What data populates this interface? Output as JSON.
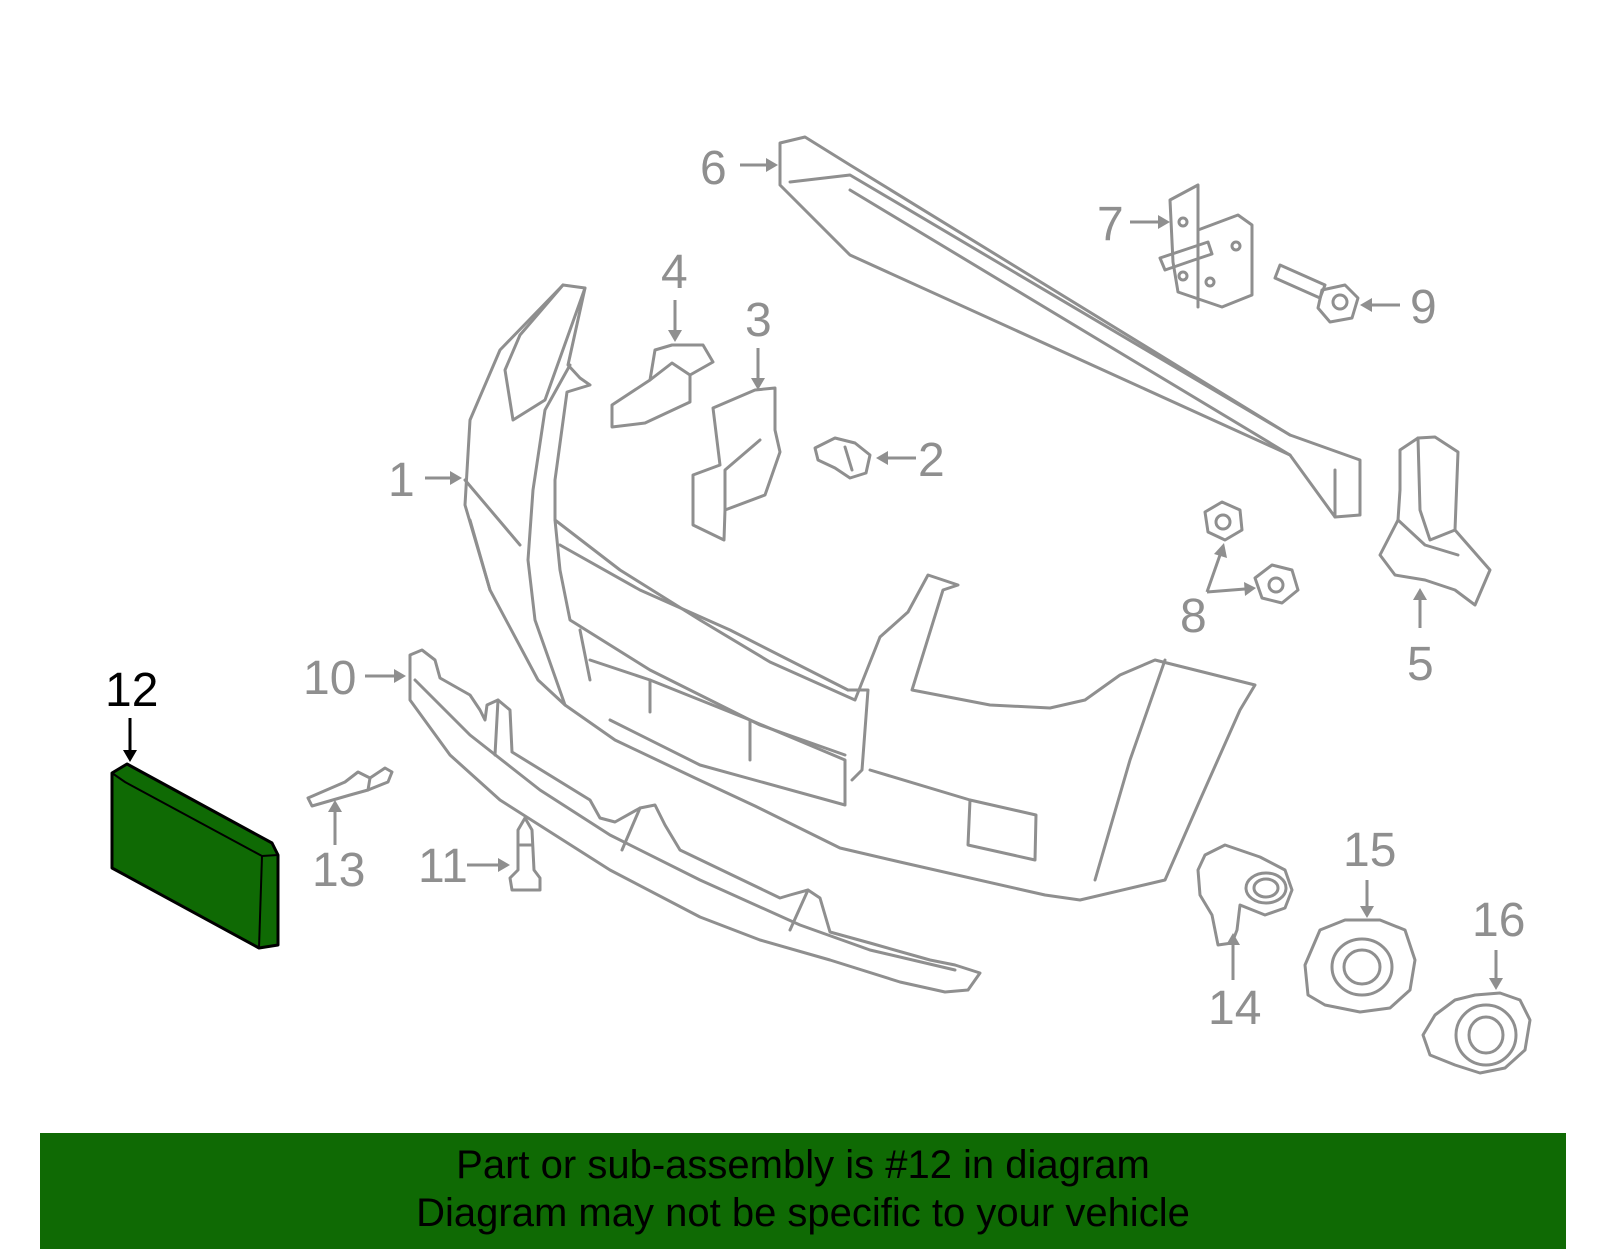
{
  "callouts": [
    "1",
    "2",
    "3",
    "4",
    "5",
    "6",
    "7",
    "8",
    "9",
    "10",
    "11",
    "12",
    "13",
    "14",
    "15",
    "16"
  ],
  "highlighted_part": "12",
  "highlight_color": "#0f6a04",
  "part_stroke_color": "#8f8f8f",
  "banner": {
    "line1": "Part or sub-assembly is #12 in diagram",
    "line2": "Diagram may not be specific to your vehicle",
    "background_color": "#0f6a04"
  }
}
